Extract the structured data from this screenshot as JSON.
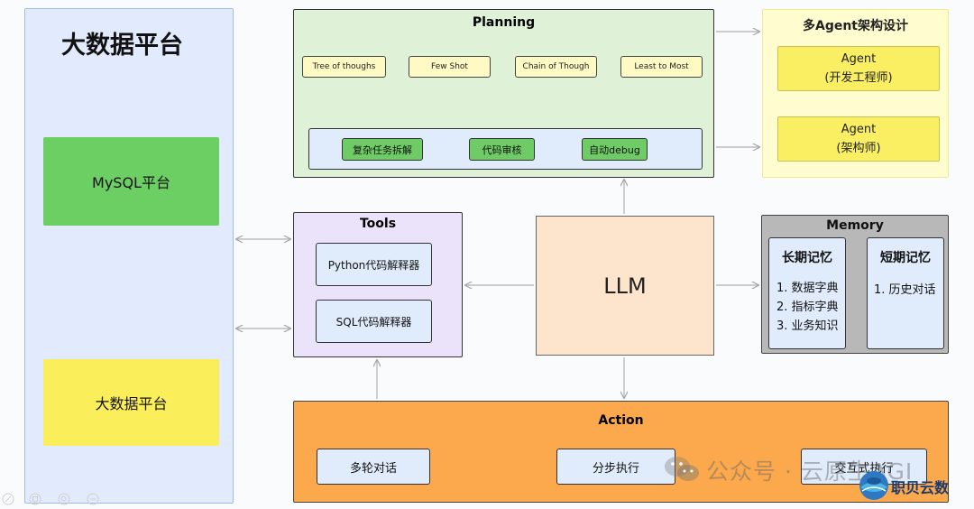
{
  "left_panel": {
    "title": "大数据平台",
    "mysql_label": "MySQL平台",
    "bigdata_label": "大数据平台"
  },
  "planning": {
    "title": "Planning",
    "techniques": [
      "Tree of thoughs",
      "Few Shot",
      "Chain of Though",
      "Least to Most"
    ],
    "subtasks": [
      "复杂任务拆解",
      "代码审核",
      "自动debug"
    ]
  },
  "multi_agent": {
    "title": "多Agent架构设计",
    "agents": [
      {
        "name": "Agent",
        "role": "(开发工程师)"
      },
      {
        "name": "Agent",
        "role": "(架构师)"
      }
    ]
  },
  "tools": {
    "title": "Tools",
    "items": [
      "Python代码解释器",
      "SQL代码解释器"
    ]
  },
  "llm": {
    "label": "LLM"
  },
  "memory": {
    "title": "Memory",
    "long_term": {
      "title": "长期记忆",
      "items": [
        "1. 数据字典",
        "2. 指标字典",
        "3. 业务知识"
      ]
    },
    "short_term": {
      "title": "短期记忆",
      "items": [
        "1. 历史对话"
      ]
    }
  },
  "action": {
    "title": "Action",
    "items": [
      "多轮对话",
      "分步执行",
      "交互式执行"
    ]
  },
  "watermark": {
    "text": "公众号 · 云原生AGI",
    "brand": "职贝云数"
  },
  "icons": {
    "wechat": "wechat-icon",
    "brand_logo": "globe-logo-icon"
  }
}
